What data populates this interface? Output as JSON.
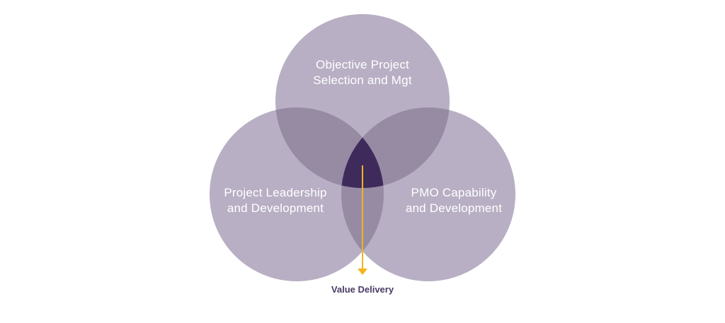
{
  "diagram": {
    "type": "venn",
    "sets": [
      {
        "id": "top",
        "label_line1": "Objective Project",
        "label_line2": "Selection and Mgt"
      },
      {
        "id": "left",
        "label_line1": "Project Leadership",
        "label_line2": "and Development"
      },
      {
        "id": "right",
        "label_line1": "PMO Capability",
        "label_line2": "and Development"
      }
    ],
    "intersection_label": "Value Delivery",
    "colors": {
      "circle": "#b8afc4",
      "pair_overlap": "#978ba4",
      "center": "#3f2b5b",
      "arrow": "#f5b21b",
      "label_text": "#4a3a64"
    }
  }
}
